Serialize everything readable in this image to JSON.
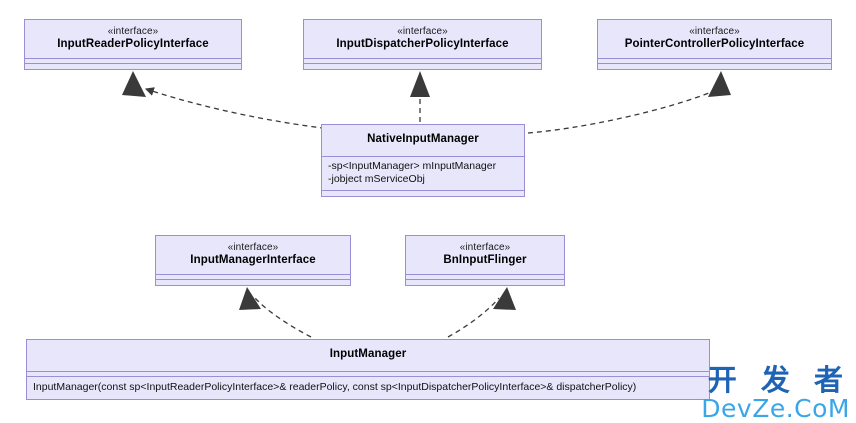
{
  "diagram": {
    "kind": "uml-class-diagram",
    "colors": {
      "box_fill": "#e8e6fb",
      "box_border": "#9b8ed6",
      "arrow": "#3a3a3a",
      "text": "#1a1a1a",
      "background": "#ffffff",
      "watermark_cn": "#1f63b5",
      "watermark_en": "#3aa6e8"
    },
    "stereotype_label": "«interface»",
    "nodes": [
      {
        "id": "input-reader-policy-interface",
        "stereotype": "«interface»",
        "name": "InputReaderPolicyInterface",
        "attributes": [],
        "operations": []
      },
      {
        "id": "input-dispatcher-policy-interface",
        "stereotype": "«interface»",
        "name": "InputDispatcherPolicyInterface",
        "attributes": [],
        "operations": []
      },
      {
        "id": "pointer-controller-policy-interface",
        "stereotype": "«interface»",
        "name": "PointerControllerPolicyInterface",
        "attributes": [],
        "operations": []
      },
      {
        "id": "native-input-manager",
        "stereotype": "",
        "name": "NativeInputManager",
        "attributes": [
          "-sp<InputManager> mInputManager",
          "-jobject mServiceObj"
        ],
        "operations": []
      },
      {
        "id": "input-manager-interface",
        "stereotype": "«interface»",
        "name": "InputManagerInterface",
        "attributes": [],
        "operations": []
      },
      {
        "id": "bninputflinger",
        "stereotype": "«interface»",
        "name": "BnInputFlinger",
        "attributes": [],
        "operations": []
      },
      {
        "id": "input-manager",
        "stereotype": "",
        "name": "InputManager",
        "attributes": [],
        "operations": [
          "InputManager(const sp<InputReaderPolicyInterface>& readerPolicy, const sp<InputDispatcherPolicyInterface>& dispatcherPolicy)"
        ]
      }
    ],
    "edges": [
      {
        "id": "edge-nim-to-reader-policy",
        "type": "realization",
        "from": "native-input-manager",
        "to": "input-reader-policy-interface"
      },
      {
        "id": "edge-nim-to-dispatcher-policy",
        "type": "realization",
        "from": "native-input-manager",
        "to": "input-dispatcher-policy-interface"
      },
      {
        "id": "edge-nim-to-pointer-policy",
        "type": "realization",
        "from": "native-input-manager",
        "to": "pointer-controller-policy-interface"
      },
      {
        "id": "edge-im-to-manager-interface",
        "type": "realization",
        "from": "input-manager",
        "to": "input-manager-interface"
      },
      {
        "id": "edge-im-to-bninputflinger",
        "type": "realization",
        "from": "input-manager",
        "to": "bninputflinger"
      }
    ]
  },
  "watermark": {
    "chinese": "开 发 者",
    "site": "DevZe.CoM"
  }
}
